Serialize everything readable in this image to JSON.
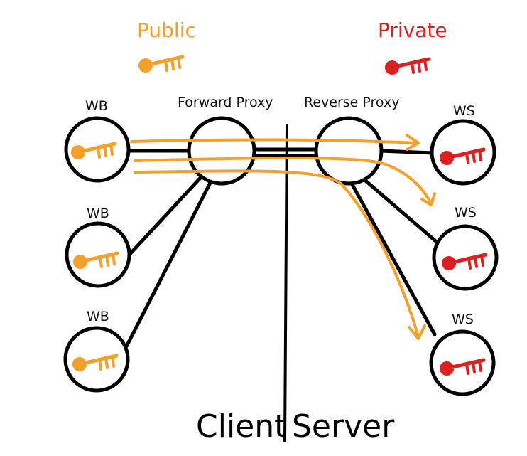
{
  "legend": {
    "public_label": "Public",
    "private_label": "Private",
    "public_color": "#F5A02A",
    "private_color": "#DD1F1F",
    "public_icon": "key-icon",
    "private_icon": "key-icon"
  },
  "nodes": {
    "clients": [
      {
        "label": "WB",
        "key": "public"
      },
      {
        "label": "WB",
        "key": "public"
      },
      {
        "label": "WB",
        "key": "public"
      }
    ],
    "forward_proxy": {
      "label": "Forward Proxy"
    },
    "reverse_proxy": {
      "label": "Reverse Proxy"
    },
    "servers": [
      {
        "label": "WS",
        "key": "private"
      },
      {
        "label": "WS",
        "key": "private"
      },
      {
        "label": "WS",
        "key": "private"
      }
    ]
  },
  "sides": {
    "client_label": "Client",
    "server_label": "Server"
  },
  "colors": {
    "line": "#000000",
    "arrow": "#F5A02A"
  }
}
